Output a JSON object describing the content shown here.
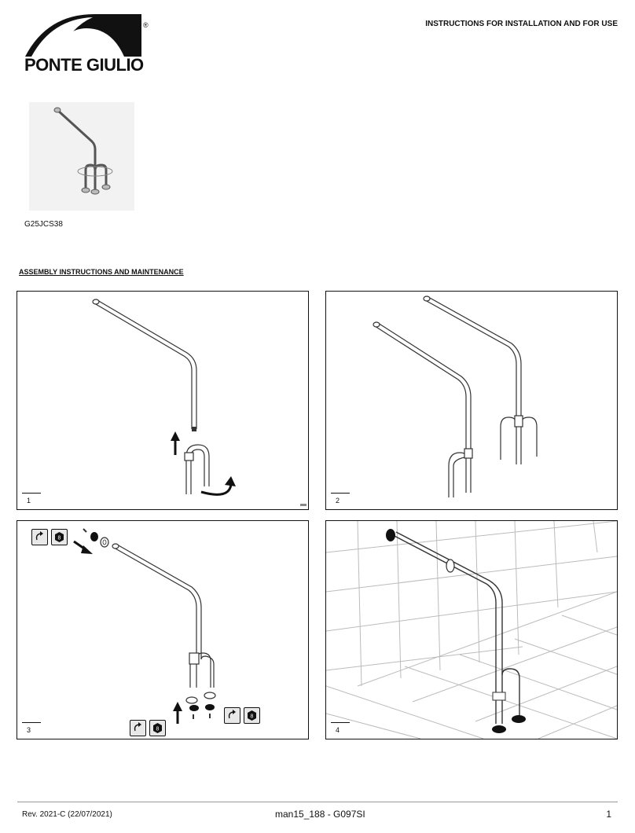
{
  "brand": {
    "name": "PONTE GIULIO",
    "registered": "®"
  },
  "header": {
    "title": "INSTRUCTIONS FOR INSTALLATION AND FOR USE"
  },
  "product": {
    "code": "G25JCS38"
  },
  "section": {
    "title": "ASSEMBLY INSTRUCTIONS AND MAINTENANCE"
  },
  "steps": [
    {
      "number": "1"
    },
    {
      "number": "2"
    },
    {
      "number": "3"
    },
    {
      "number": "4"
    }
  ],
  "footer": {
    "revision": "Rev. 2021-C (22/07/2021)",
    "manual_code": "man15_188 - G097SI",
    "page": "1"
  },
  "icons": [
    "rotate-icon",
    "hex-socket-icon",
    "arrow-up-icon",
    "arrow-diagonal-icon"
  ]
}
